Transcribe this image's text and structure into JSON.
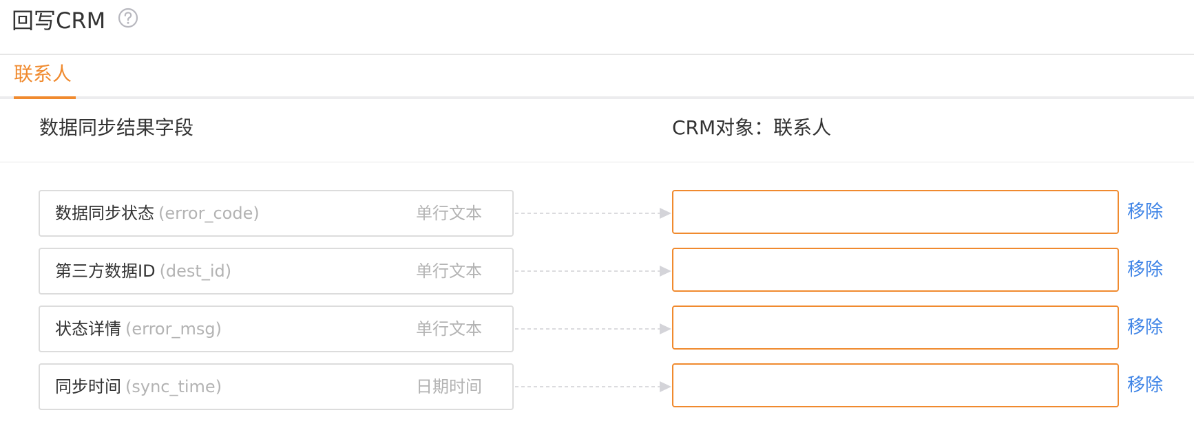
{
  "header": {
    "title": "回写CRM",
    "help_icon": "question-circle-icon"
  },
  "colors": {
    "accent": "#f08a2e",
    "link": "#3f84e6",
    "muted_text": "#b3b3b3",
    "border": "#dcdcdc"
  },
  "tabs": [
    {
      "label": "联系人",
      "active": true
    }
  ],
  "columns": {
    "left_header": "数据同步结果字段",
    "right_header": "CRM对象：联系人"
  },
  "rows": [
    {
      "field_name": "数据同步状态",
      "field_key": "(error_code)",
      "field_type": "单行文本",
      "target_value": "",
      "remove_label": "移除"
    },
    {
      "field_name": "第三方数据ID",
      "field_key": "(dest_id)",
      "field_type": "单行文本",
      "target_value": "",
      "remove_label": "移除"
    },
    {
      "field_name": "状态详情",
      "field_key": "(error_msg)",
      "field_type": "单行文本",
      "target_value": "",
      "remove_label": "移除"
    },
    {
      "field_name": "同步时间",
      "field_key": "(sync_time)",
      "field_type": "日期时间",
      "target_value": "",
      "remove_label": "移除"
    }
  ]
}
